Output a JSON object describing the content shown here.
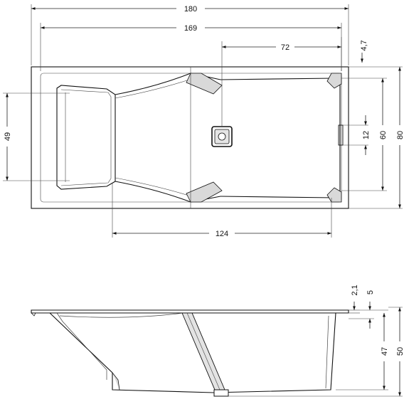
{
  "dimensions": {
    "overall_length": "180",
    "inner_length": "169",
    "drain_offset": "72",
    "rim_offset": "4,7",
    "seat_depth": "49",
    "basin_length": "124",
    "overflow_height": "12",
    "inner_width": "60",
    "overall_width": "80",
    "rim_thickness": "2,1",
    "apron_thickness": "5",
    "inner_height": "47",
    "overall_height": "50"
  },
  "colors": {
    "line": "#111111",
    "shade": "#d9d9d9",
    "background": "#ffffff"
  }
}
